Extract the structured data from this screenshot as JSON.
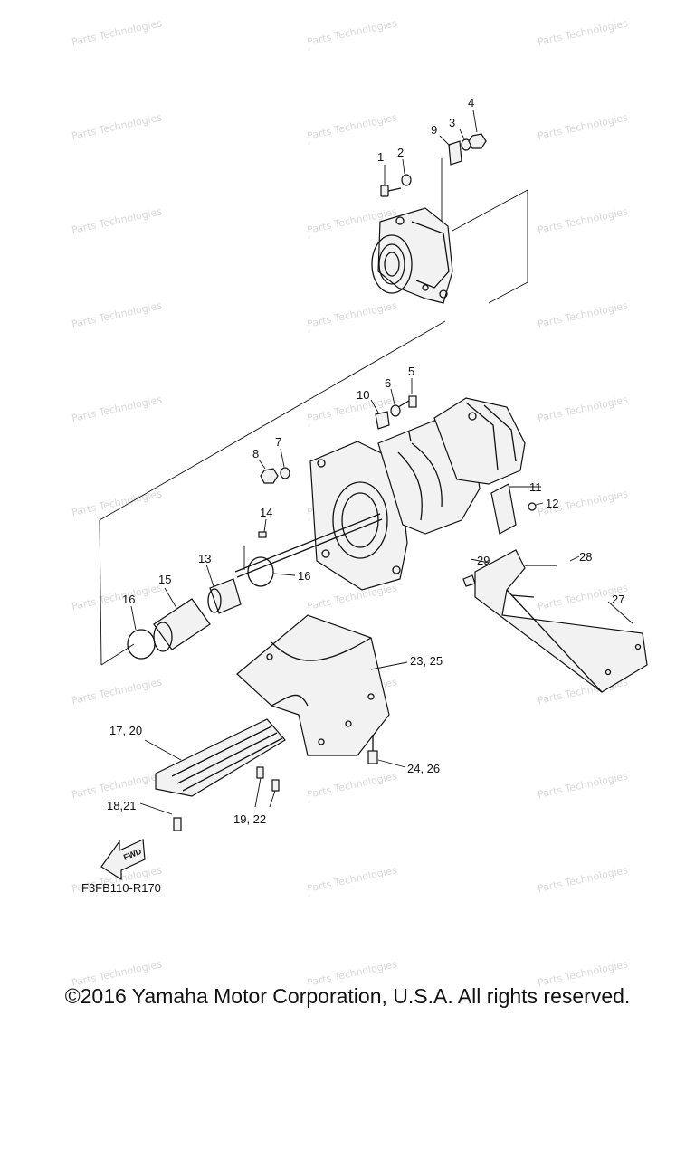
{
  "diagram": {
    "code": "F3FB110-R170",
    "fwd_label": "FWD",
    "watermark": "Parts Technologies",
    "callouts": [
      "1",
      "2",
      "3",
      "4",
      "5",
      "6",
      "7",
      "8",
      "9",
      "10",
      "11",
      "12",
      "13",
      "14",
      "15",
      "16",
      "16",
      "17, 20",
      "18,21",
      "19, 22",
      "23, 25",
      "24, 26",
      "27",
      "28",
      "29"
    ]
  },
  "footer": {
    "copyright": "©2016 Yamaha Motor Corporation, U.S.A. All rights reserved."
  }
}
